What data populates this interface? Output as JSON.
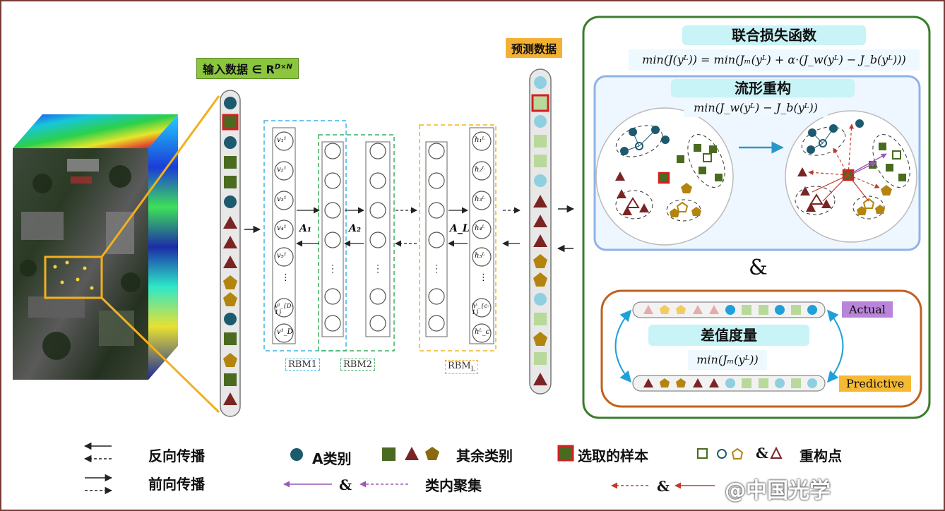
{
  "labels": {
    "input_data": "输入数据 ∈ R",
    "input_sup": "D×N",
    "pred_data": "预测数据",
    "joint_loss": "联合损失函数",
    "joint_formula": "min(J(yᴸ)) = min(Jₘ(yᴸ) + α·(J_w(yᴸ) − J_b(yᴸ)))",
    "manifold": "流形重构",
    "manifold_formula": "min(J_w(yᴸ) − J_b(yᴸ))",
    "ampersand": "&",
    "diff_measure": "差值度量",
    "diff_formula": "min(Jₘ(yᴸ))",
    "actual": "Actual",
    "predictive": "Predictive"
  },
  "rbm": {
    "rbm1": "RBM1",
    "rbm2": "RBM2",
    "rbml": "RBM",
    "rbml_sub": "L",
    "a1": "A₁",
    "a2": "A₂",
    "al": "A_L",
    "visible_units": [
      "v₁¹",
      "v₂¹",
      "v₃¹",
      "v₄¹",
      "v₅¹",
      "⋮",
      "v¹_{D-1}",
      "v¹_D"
    ],
    "hidden_units": [
      "h₁ᴸ",
      "h₂ᴸ",
      "h₃ᴸ",
      "h₄ᴸ",
      "h₅ᴸ",
      "⋮",
      "hᴸ_{c-1}",
      "hᴸ_c"
    ]
  },
  "legend": {
    "backward": "反向传播",
    "forward": "前向传播",
    "class_a": "A类别",
    "other_classes": "其余类别",
    "selected": "选取的样本",
    "reconstruct": "重构点",
    "intra_cluster": "类内聚集",
    "amp": "&"
  },
  "watermark": "@中国光学",
  "colors": {
    "teal": "#1c5a6e",
    "olive": "#4a6b1f",
    "maroon": "#7b2424",
    "gold": "#b3850f",
    "light_blue": "#8ecfe0",
    "light_green": "#b8d99a",
    "pink": "#e8aaaa",
    "light_gold": "#f1cc61",
    "green_box": "#3a7d2b",
    "orange_box": "#c0601f",
    "blue_box": "#8fb3e6",
    "red_select": "#d42020"
  }
}
